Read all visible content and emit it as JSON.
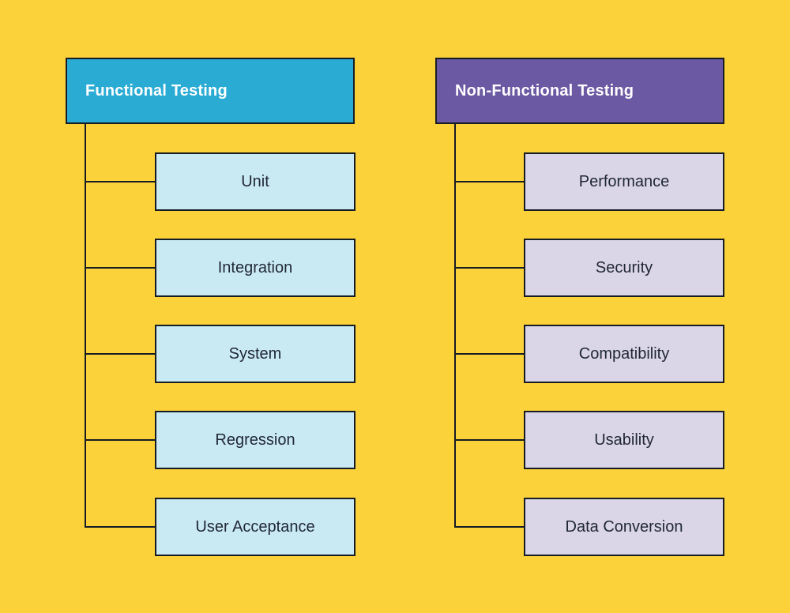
{
  "colors": {
    "background": "#FCD23B",
    "functional_header_bg": "#29ABD4",
    "functional_child_bg": "#C9E9F3",
    "nonfunctional_header_bg": "#6C59A4",
    "nonfunctional_child_bg": "#DAD5E7",
    "header_text": "#FFFFFF",
    "node_text": "#1F2733",
    "line": "#161C24"
  },
  "tree": {
    "functional": {
      "header": "Functional Testing",
      "children": [
        "Unit",
        "Integration",
        "System",
        "Regression",
        "User Acceptance"
      ]
    },
    "nonfunctional": {
      "header": "Non-Functional Testing",
      "children": [
        "Performance",
        "Security",
        "Compatibility",
        "Usability",
        "Data Conversion"
      ]
    }
  }
}
